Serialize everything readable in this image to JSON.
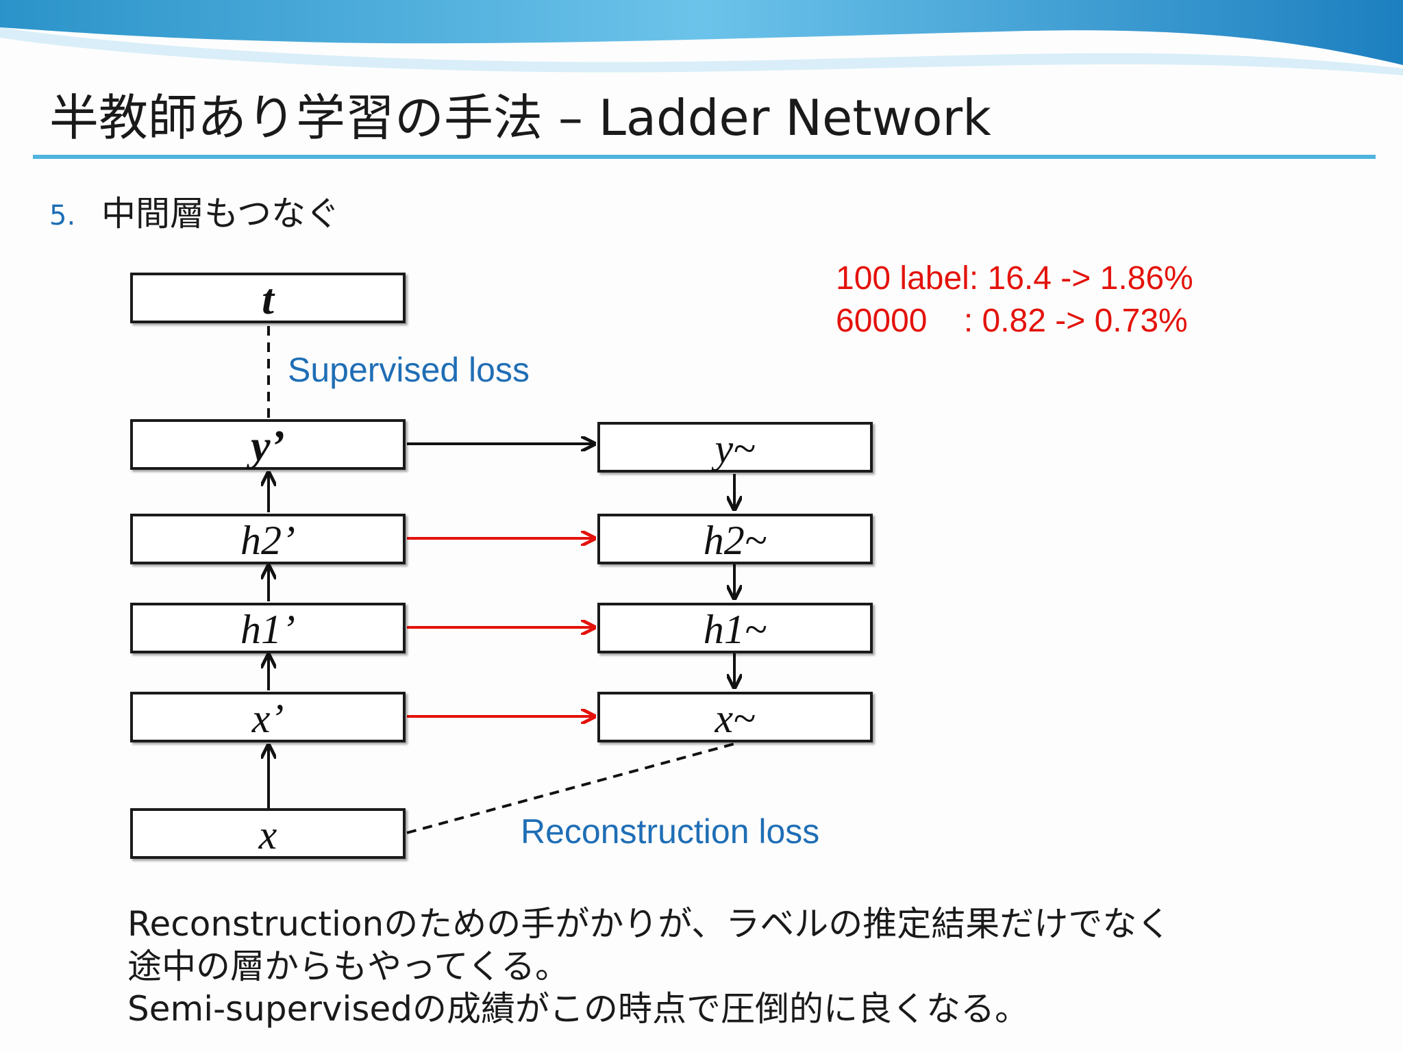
{
  "slide": {
    "title": "半教師あり学習の手法 – Ladder Network",
    "list_number": "5.",
    "list_text": "中間層もつなぐ",
    "colors": {
      "accent_blue": "#1f6eb5",
      "rule_blue": "#4fb3df",
      "highlight_red": "#e3120b"
    }
  },
  "stats": {
    "line1": "100 label: 16.4 -> 1.86%",
    "line2": "60000    : 0.82 -> 0.73%"
  },
  "diagram": {
    "supervised_loss_label": "Supervised loss",
    "reconstruction_loss_label": "Reconstruction loss",
    "encoder_boxes": [
      "t",
      "y’",
      "h2’",
      "h1’",
      "x’",
      "x"
    ],
    "decoder_boxes": [
      "y~",
      "h2~",
      "h1~",
      "x~"
    ]
  },
  "footer": {
    "line1": "Reconstructionのための手がかりが、ラベルの推定結果だけでなく",
    "line2": "途中の層からもやってくる。",
    "line3": "Semi-supervisedの成績がこの時点で圧倒的に良くなる。"
  }
}
